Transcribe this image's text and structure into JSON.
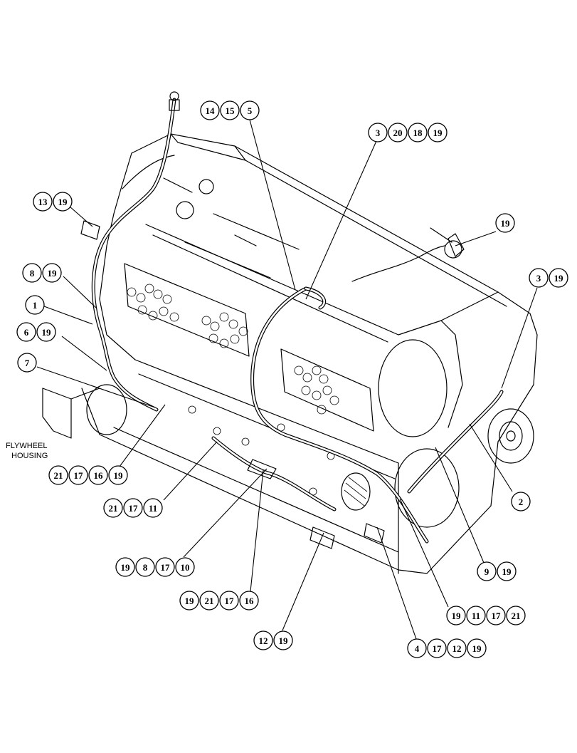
{
  "labels": {
    "flywheel_line1": "FLYWHEEL",
    "flywheel_line2": "HOUSING"
  },
  "callouts": [
    {
      "id": "c-14-15-5",
      "numbers": [
        "14",
        "15",
        "5"
      ]
    },
    {
      "id": "c-3-20-18-19",
      "numbers": [
        "3",
        "20",
        "18",
        "19"
      ]
    },
    {
      "id": "c-13-19",
      "numbers": [
        "13",
        "19"
      ]
    },
    {
      "id": "c-19-top-right",
      "numbers": [
        "19"
      ]
    },
    {
      "id": "c-8-19",
      "numbers": [
        "8",
        "19"
      ]
    },
    {
      "id": "c-3-19",
      "numbers": [
        "3",
        "19"
      ]
    },
    {
      "id": "c-1",
      "numbers": [
        "1"
      ]
    },
    {
      "id": "c-6-19",
      "numbers": [
        "6",
        "19"
      ]
    },
    {
      "id": "c-7",
      "numbers": [
        "7"
      ]
    },
    {
      "id": "c-21-17-16-19",
      "numbers": [
        "21",
        "17",
        "16",
        "19"
      ]
    },
    {
      "id": "c-2",
      "numbers": [
        "2"
      ]
    },
    {
      "id": "c-21-17-11",
      "numbers": [
        "21",
        "17",
        "11"
      ]
    },
    {
      "id": "c-19-8-17-10",
      "numbers": [
        "19",
        "8",
        "17",
        "10"
      ]
    },
    {
      "id": "c-9-19",
      "numbers": [
        "9",
        "19"
      ]
    },
    {
      "id": "c-19-21-17-16",
      "numbers": [
        "19",
        "21",
        "17",
        "16"
      ]
    },
    {
      "id": "c-19-11-17-21",
      "numbers": [
        "19",
        "11",
        "17",
        "21"
      ]
    },
    {
      "id": "c-12-19",
      "numbers": [
        "12",
        "19"
      ]
    },
    {
      "id": "c-4-17-12-19",
      "numbers": [
        "4",
        "17",
        "12",
        "19"
      ]
    }
  ]
}
